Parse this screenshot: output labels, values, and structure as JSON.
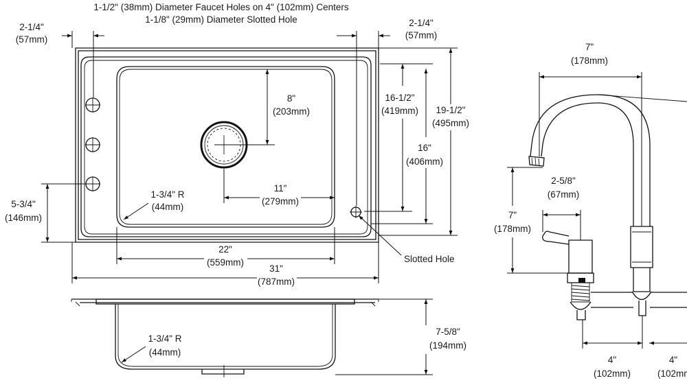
{
  "colors": {
    "line": "#111111",
    "background": "#ffffff",
    "shade": "#d9d9d9"
  },
  "labels": {
    "faucet_holes_line1": "1-1/2\" (38mm) Diameter Faucet Holes on 4\" (102mm) Centers",
    "faucet_holes_line2": "1-1/8\" (29mm) Diameter Slotted Hole",
    "left_margin": {
      "in": "2-1/4\"",
      "mm": "(57mm)"
    },
    "right_margin": {
      "in": "2-1/4\"",
      "mm": "(57mm)"
    },
    "drain_offset": {
      "in": "8\"",
      "mm": "(203mm)"
    },
    "bowl_length": {
      "in": "16-1/2\"",
      "mm": "(419mm)"
    },
    "overall_length": {
      "in": "19-1/2\"",
      "mm": "(495mm)"
    },
    "bowl_inner": {
      "in": "16\"",
      "mm": "(406mm)"
    },
    "bottom_offset": {
      "in": "5-3/4\"",
      "mm": "(146mm)"
    },
    "corner_radius": {
      "in": "1-3/4\" R",
      "mm": "(44mm)"
    },
    "drain_to_edge": {
      "in": "11\"",
      "mm": "(279mm)"
    },
    "bowl_width": {
      "in": "22\"",
      "mm": "(559mm)"
    },
    "overall_width": {
      "in": "31\"",
      "mm": "(787mm)"
    },
    "slotted_hole": "Slotted Hole",
    "bowl_depth": {
      "in": "7-5/8\"",
      "mm": "(194mm)"
    },
    "section_radius": {
      "in": "1-3/4\" R",
      "mm": "(44mm)"
    },
    "spout_reach": {
      "in": "7\"",
      "mm": "(178mm)"
    },
    "spout_height": {
      "in": "7\"",
      "mm": "(178mm)"
    },
    "handle_length": {
      "in": "2-5/8\"",
      "mm": "(67mm)"
    },
    "center_1": {
      "in": "4\"",
      "mm": "(102mm)"
    },
    "center_2": {
      "in": "4\"",
      "mm": "(102mm"
    }
  },
  "icons": [
    "faucet-hole-icon",
    "drain-icon",
    "slotted-hole-icon",
    "faucet-icon"
  ]
}
